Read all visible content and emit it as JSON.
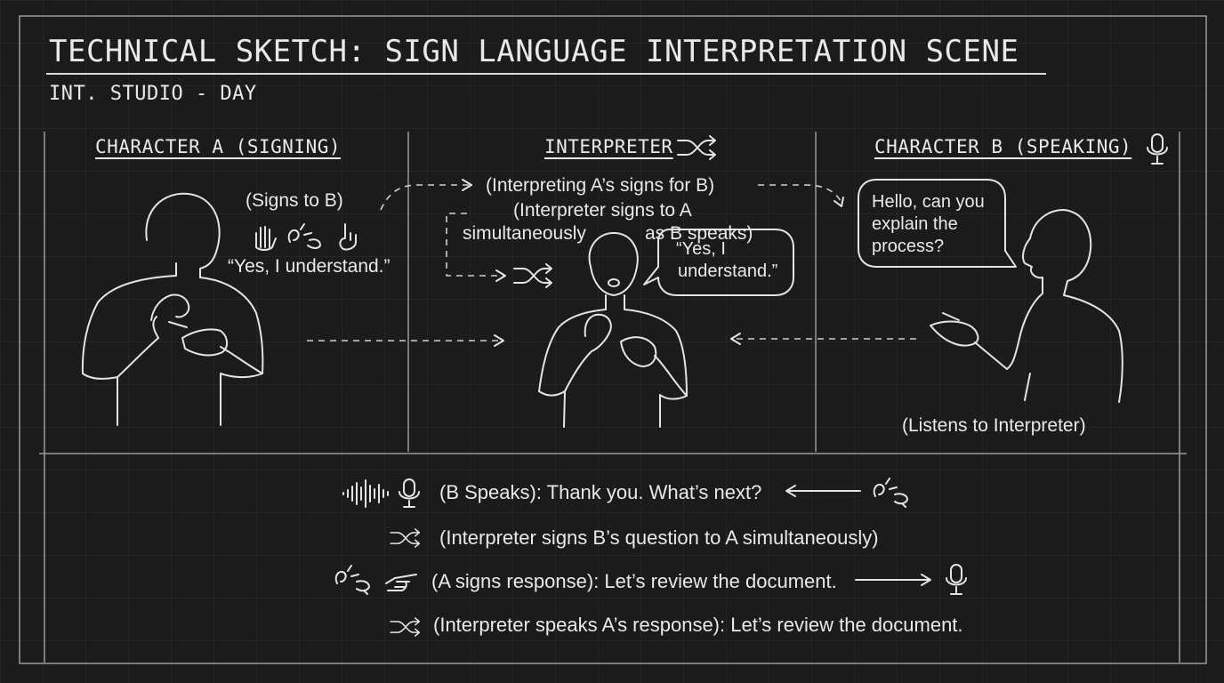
{
  "header": {
    "title": "TECHNICAL SKETCH: SIGN LANGUAGE INTERPRETATION SCENE",
    "subtitle": "INT. STUDIO - DAY"
  },
  "panels": {
    "a": {
      "title": "CHARACTER A (SIGNING)",
      "action": "(Signs to B)",
      "quote": "“Yes, I understand.”"
    },
    "interpreter": {
      "title": "INTERPRETER",
      "note1": "(Interpreting A’s signs for B)",
      "note2_line1": "(Interpreter signs to A",
      "note2_line2a": "simultaneously",
      "note2_line2b": "as B speaks)",
      "bubble_line1": "“Yes, I",
      "bubble_line2": "understand.”"
    },
    "b": {
      "title": "CHARACTER B (SPEAKING)",
      "bubble_line1": "Hello, can you",
      "bubble_line2": "explain the",
      "bubble_line3": "process?",
      "listen": "(Listens to Interpreter)"
    }
  },
  "dialogue": [
    "(B Speaks): Thank you. What’s next?",
    "(Interpreter signs B’s question to A simultaneously)",
    "(A signs response): Let’s review the document.",
    "(Interpreter speaks A’s response): Let’s review the document."
  ],
  "icons": {
    "shuffle": "shuffle-icon",
    "mic": "microphone-icon",
    "hands": "signing-hands-icon",
    "point": "pointing-hand-icon",
    "wave": "sound-wave-icon"
  }
}
